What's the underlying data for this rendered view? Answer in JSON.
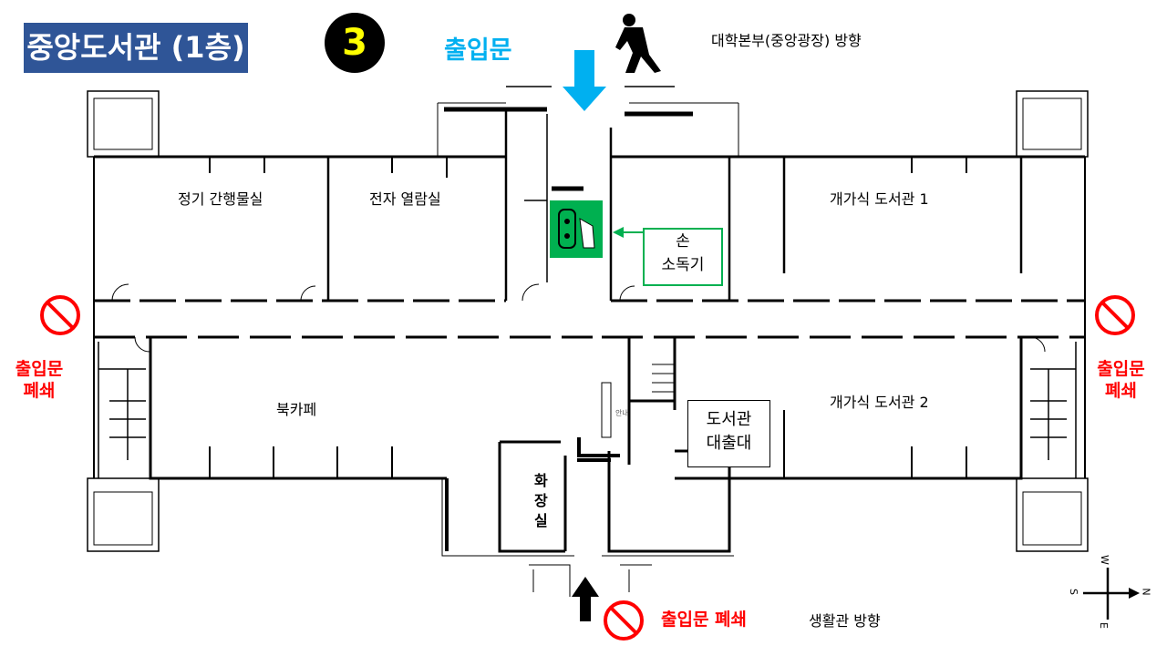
{
  "title": "중앙도서관 (1층)",
  "badge_number": "3",
  "entrance_top": "출입문",
  "direction_top": "대학본부(중앙광장) 방향",
  "direction_bottom": "생활관 방향",
  "closed_left": "출입문\n폐쇄",
  "closed_right": "출입문\n폐쇄",
  "closed_bottom": "출입문 폐쇄",
  "rooms": {
    "periodicals": "정기 간행물실",
    "e_reading": "전자 열람실",
    "open_library_1": "개가식 도서관 1",
    "open_library_2": "개가식 도서관 2",
    "book_cafe": "북카페",
    "restroom": "화\n장\n실",
    "info": "안내"
  },
  "sanitizer_label": "손\n소독기",
  "circulation_desk": "도서관\n대출대",
  "compass": {
    "n": "N",
    "s": "S",
    "e": "E",
    "w": "W"
  },
  "colors": {
    "title_bg": "#2f5597",
    "entrance": "#00b0f0",
    "closed": "#ff0000",
    "sanitizer": "#00b050",
    "badge_text": "#ffff00"
  }
}
